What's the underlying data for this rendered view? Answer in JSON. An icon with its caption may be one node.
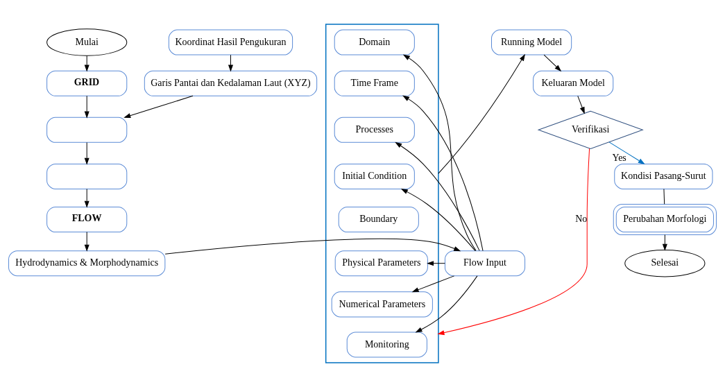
{
  "diagram": {
    "nodes": [
      {
        "text": [
          "Mulai"
        ]
      },
      {
        "text": [
          "GRID"
        ]
      },
      {
        "text": [],
        "shape": "box"
      },
      {
        "text": [],
        "shape": "box"
      },
      {
        "text": [
          "FLOW"
        ]
      },
      {
        "text": [
          "Hydrodynamics & Morphodynamics"
        ]
      },
      {
        "text": [
          "Koordinat Hasil Pengukuran"
        ]
      },
      {
        "text": [
          "Garis Pantai dan Kedalaman Laut (XYZ)"
        ]
      },
      {
        "text": [
          "Flow Input"
        ]
      },
      {
        "text": [],
        "shape": "box"
      },
      {
        "text": [
          "Domain"
        ],
        "in": 9
      },
      {
        "text": [
          "Time Frame"
        ],
        "in": 9
      },
      {
        "text": [
          "Processes"
        ],
        "in": 9
      },
      {
        "text": [
          "Initial Condition"
        ],
        "in": 9
      },
      {
        "text": [
          "Boundary"
        ],
        "in": 9
      },
      {
        "text": [
          "Physical Parameters"
        ],
        "in": 9
      },
      {
        "text": [
          "Numerical Parameters"
        ],
        "in": 9
      },
      {
        "text": [
          "Monitoring"
        ],
        "in": 9
      },
      {
        "text": [
          "Running Model"
        ]
      },
      {
        "text": [
          "Keluaran Model"
        ]
      },
      {
        "text": [
          "Verifikasi"
        ]
      },
      {
        "text": [
          "Kondisi Pasang-Surut"
        ]
      },
      {
        "text": [
          "Perubahan Morfologi"
        ]
      },
      {
        "text": [
          "Selesai"
        ]
      }
    ],
    "edges": [
      {
        "from": 0,
        "to": 1,
        "arrow": "to"
      },
      {
        "from": 1,
        "to": 2,
        "arrow": "to"
      },
      {
        "from": 2,
        "to": 3,
        "arrow": "to"
      },
      {
        "from": 3,
        "to": 4,
        "arrow": "to"
      },
      {
        "from": 4,
        "to": 5,
        "arrow": "to"
      },
      {
        "from": 6,
        "to": 7,
        "arrow": "to"
      },
      {
        "from": 7,
        "to": 2,
        "arrow": "to"
      },
      {
        "from": 5,
        "to": 8,
        "arrow": "to"
      },
      {
        "from": 8,
        "to": 10,
        "arrow": "to"
      },
      {
        "from": 8,
        "to": 11,
        "arrow": "to"
      },
      {
        "from": 8,
        "to": 12,
        "arrow": "to"
      },
      {
        "from": 8,
        "to": 13,
        "arrow": "to"
      },
      {
        "from": 8,
        "to": 15,
        "arrow": "to"
      },
      {
        "from": 8,
        "to": 16,
        "arrow": "to"
      },
      {
        "from": 8,
        "to": 17,
        "arrow": "to"
      },
      {
        "from": 9,
        "to": 18,
        "arrow": "to"
      },
      {
        "from": 18,
        "to": 19,
        "arrow": "to"
      },
      {
        "from": 19,
        "to": 20,
        "arrow": "to"
      },
      {
        "from": 20,
        "to": 21,
        "label": "Yes",
        "arrow": "to",
        "color": "#0070c0"
      },
      {
        "from": 21,
        "to": 22,
        "arrow": "none"
      },
      {
        "from": 22,
        "to": 23,
        "arrow": "to"
      },
      {
        "from": 20,
        "to": 9,
        "label": "No",
        "arrow": "to",
        "color": "#ff0000"
      }
    ]
  }
}
